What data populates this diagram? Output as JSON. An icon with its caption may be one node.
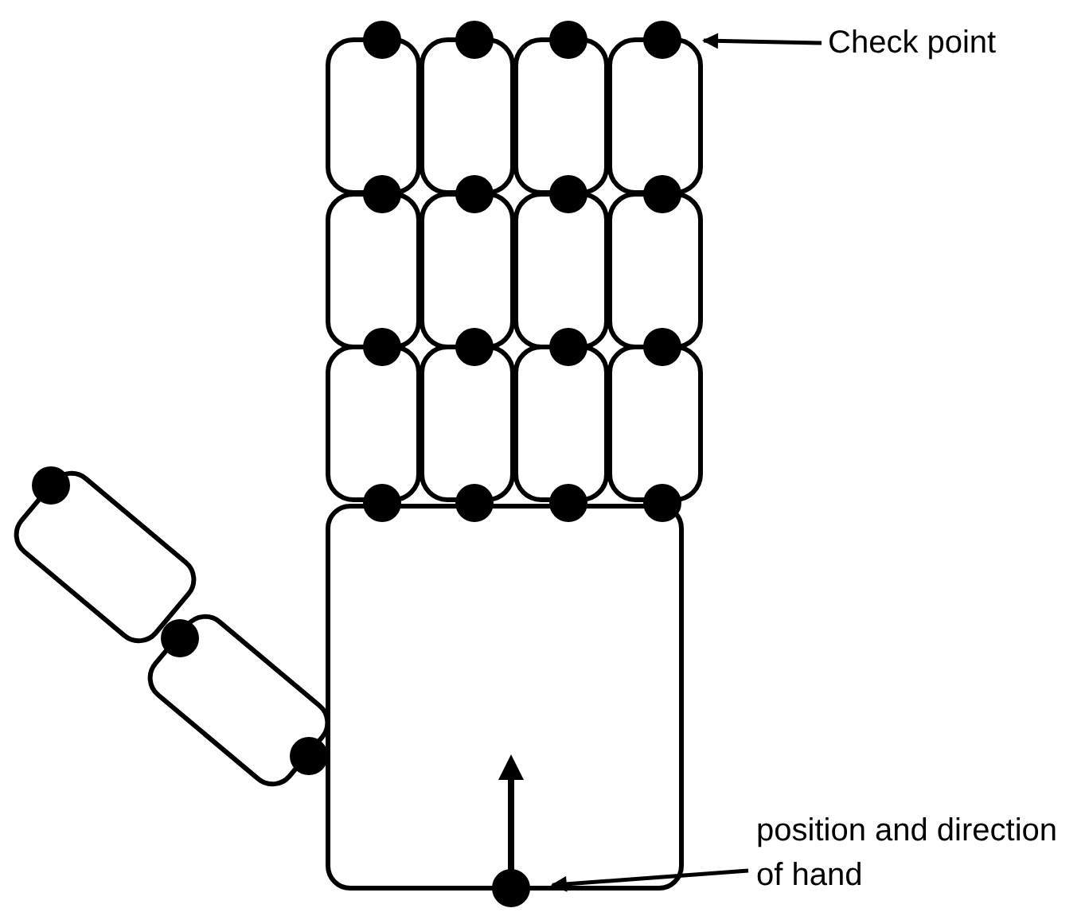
{
  "diagram": {
    "nodes": [
      {
        "text": [
          "Check point"
        ]
      },
      {
        "text": [],
        "shape": "circle"
      },
      {
        "text": [
          "position and direction of hand"
        ]
      },
      {
        "text": [],
        "shape": "circle"
      }
    ],
    "edges": [
      {
        "from": 0,
        "to": 1,
        "arrow": "to"
      },
      {
        "from": 2,
        "to": 3,
        "arrow": "to"
      }
    ]
  }
}
